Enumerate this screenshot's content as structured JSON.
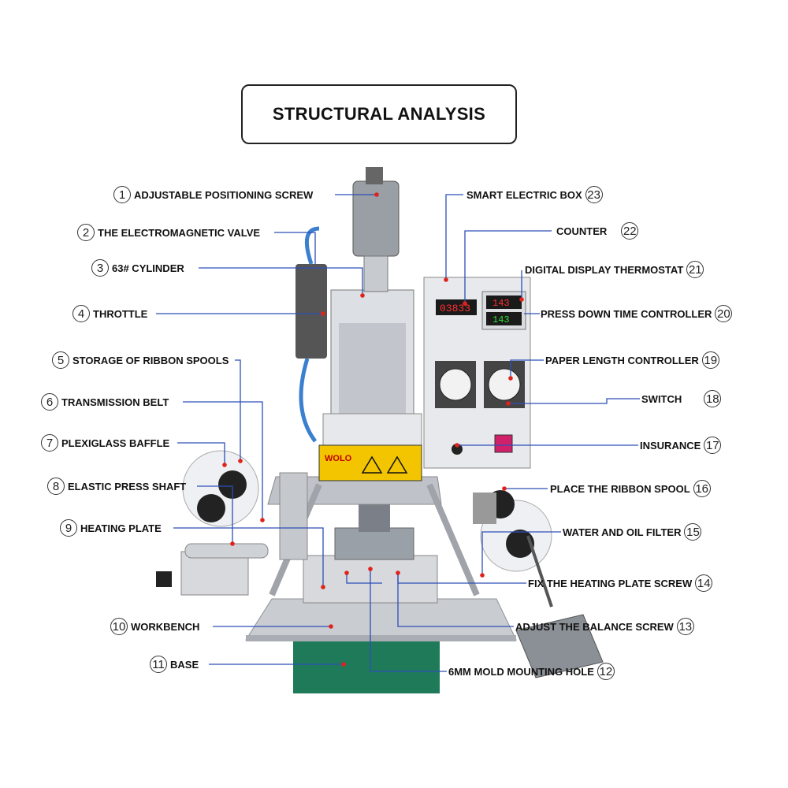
{
  "title": "STRUCTURAL ANALYSIS",
  "colors": {
    "leader_line": "#2e4fb8",
    "marker_dot": "#e0221b"
  },
  "labels": [
    {
      "num": "1",
      "text": "ADJUSTABLE POSITIONING SCREW"
    },
    {
      "num": "2",
      "text": "THE ELECTROMAGNETIC VALVE"
    },
    {
      "num": "3",
      "text": "63# CYLINDER"
    },
    {
      "num": "4",
      "text": "THROTTLE"
    },
    {
      "num": "5",
      "text": "STORAGE OF RIBBON SPOOLS"
    },
    {
      "num": "6",
      "text": "TRANSMISSION BELT"
    },
    {
      "num": "7",
      "text": "PLEXIGLASS BAFFLE"
    },
    {
      "num": "8",
      "text": "ELASTIC PRESS SHAFT"
    },
    {
      "num": "9",
      "text": "HEATING PLATE"
    },
    {
      "num": "10",
      "text": "WORKBENCH"
    },
    {
      "num": "11",
      "text": "BASE"
    },
    {
      "num": "12",
      "text": "6MM MOLD MOUNTING HOLE"
    },
    {
      "num": "13",
      "text": "ADJUST THE BALANCE SCREW"
    },
    {
      "num": "14",
      "text": "FIX THE HEATING PLATE SCREW"
    },
    {
      "num": "15",
      "text": "WATER AND OIL FILTER"
    },
    {
      "num": "16",
      "text": "PLACE THE RIBBON SPOOL"
    },
    {
      "num": "17",
      "text": "INSURANCE"
    },
    {
      "num": "18",
      "text": "SWITCH"
    },
    {
      "num": "19",
      "text": "PAPER LENGTH CONTROLLER"
    },
    {
      "num": "20",
      "text": "PRESS DOWN TIME CONTROLLER"
    },
    {
      "num": "21",
      "text": "DIGITAL DISPLAY THERMOSTAT"
    },
    {
      "num": "22",
      "text": "COUNTER"
    },
    {
      "num": "23",
      "text": "SMART ELECTRIC BOX"
    }
  ],
  "machine": {
    "brand_plate": "WOLO",
    "counter_display": "03833",
    "thermostat_display_top": "143",
    "thermostat_display_bottom": "143"
  }
}
